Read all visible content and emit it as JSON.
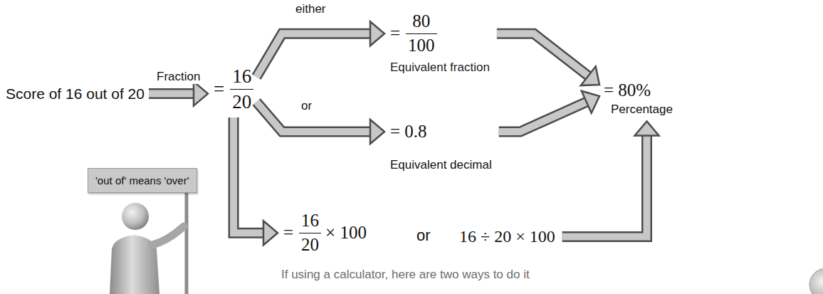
{
  "diagram": {
    "nodes": [
      {
        "text": [
          "Score of 16 out of 20"
        ]
      },
      {
        "text": [
          "=",
          "16",
          "20"
        ]
      },
      {
        "text": [
          "=",
          "80",
          "100",
          "Equivalent fraction"
        ]
      },
      {
        "text": [
          "= 0.8",
          "Equivalent decimal"
        ]
      },
      {
        "text": [
          "= 80%",
          "Percentage"
        ]
      },
      {
        "text": [
          "=",
          "16",
          "20",
          "× 100"
        ]
      },
      {
        "text": [
          "16 ÷ 20 × 100"
        ]
      },
      {
        "text": [
          "'out of' means 'over'"
        ]
      }
    ],
    "edges": [
      {
        "from": 0,
        "to": 1,
        "arrow": "to",
        "label": "Fraction"
      },
      {
        "from": 1,
        "to": 2,
        "arrow": "to",
        "label": "either"
      },
      {
        "from": 1,
        "to": 3,
        "arrow": "to",
        "label": "or"
      },
      {
        "from": 2,
        "to": 4,
        "arrow": "to"
      },
      {
        "from": 3,
        "to": 4,
        "arrow": "to"
      },
      {
        "from": 1,
        "to": 5,
        "arrow": "to"
      },
      {
        "from": 6,
        "to": 4,
        "arrow": "to"
      }
    ],
    "labels": [
      "or",
      "If using a calculator, here are two ways to do it"
    ]
  }
}
